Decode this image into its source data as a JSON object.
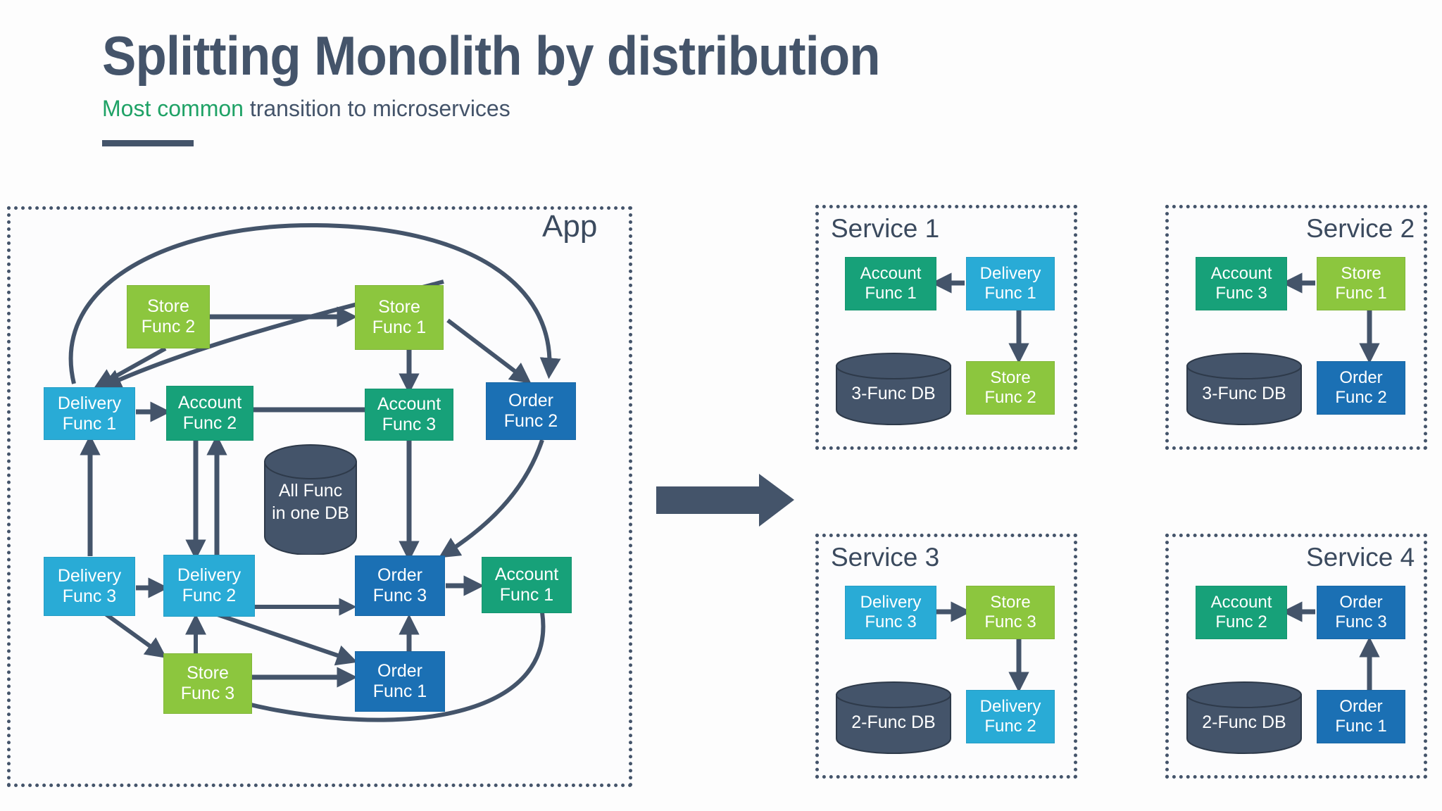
{
  "header": {
    "title": "Splitting Monolith by distribution",
    "subtitle_accent": "Most common",
    "subtitle_rest": " transition to microservices"
  },
  "colors": {
    "store": "#8cc63e",
    "account": "#17a179",
    "delivery": "#29abd6",
    "order": "#1b70b4",
    "database": "#44546a",
    "slate": "#44546a",
    "green_accent": "#1fa266",
    "background": "#fdfdfd"
  },
  "app": {
    "label": "App",
    "database": {
      "line1": "All Func",
      "line2": "in one DB"
    },
    "nodes": [
      {
        "id": "store2",
        "line1": "Store",
        "line2": "Func 2",
        "kind": "store"
      },
      {
        "id": "store1",
        "line1": "Store",
        "line2": "Func 1",
        "kind": "store"
      },
      {
        "id": "delivery1",
        "line1": "Delivery",
        "line2": "Func 1",
        "kind": "delivery"
      },
      {
        "id": "account2",
        "line1": "Account",
        "line2": "Func 2",
        "kind": "account"
      },
      {
        "id": "account3",
        "line1": "Account",
        "line2": "Func 3",
        "kind": "account"
      },
      {
        "id": "order2",
        "line1": "Order",
        "line2": "Func 2",
        "kind": "order"
      },
      {
        "id": "delivery3",
        "line1": "Delivery",
        "line2": "Func 3",
        "kind": "delivery"
      },
      {
        "id": "delivery2",
        "line1": "Delivery",
        "line2": "Func 2",
        "kind": "delivery"
      },
      {
        "id": "order3",
        "line1": "Order",
        "line2": "Func 3",
        "kind": "order"
      },
      {
        "id": "account1",
        "line1": "Account",
        "line2": "Func 1",
        "kind": "account"
      },
      {
        "id": "store3",
        "line1": "Store",
        "line2": "Func 3",
        "kind": "store"
      },
      {
        "id": "order1",
        "line1": "Order",
        "line2": "Func 1",
        "kind": "order"
      }
    ]
  },
  "services": [
    {
      "id": "service1",
      "label": "Service 1",
      "label_align": "left",
      "database": "3-Func DB",
      "nodes": [
        {
          "id": "s1-account1",
          "line1": "Account",
          "line2": "Func 1",
          "kind": "account"
        },
        {
          "id": "s1-delivery1",
          "line1": "Delivery",
          "line2": "Func 1",
          "kind": "delivery"
        },
        {
          "id": "s1-store2",
          "line1": "Store",
          "line2": "Func 2",
          "kind": "store"
        }
      ]
    },
    {
      "id": "service2",
      "label": "Service 2",
      "label_align": "right",
      "database": "3-Func DB",
      "nodes": [
        {
          "id": "s2-account3",
          "line1": "Account",
          "line2": "Func 3",
          "kind": "account"
        },
        {
          "id": "s2-store1",
          "line1": "Store",
          "line2": "Func 1",
          "kind": "store"
        },
        {
          "id": "s2-order2",
          "line1": "Order",
          "line2": "Func 2",
          "kind": "order"
        }
      ]
    },
    {
      "id": "service3",
      "label": "Service 3",
      "label_align": "left",
      "database": "2-Func DB",
      "nodes": [
        {
          "id": "s3-delivery3",
          "line1": "Delivery",
          "line2": "Func 3",
          "kind": "delivery"
        },
        {
          "id": "s3-store3",
          "line1": "Store",
          "line2": "Func 3",
          "kind": "store"
        },
        {
          "id": "s3-delivery2",
          "line1": "Delivery",
          "line2": "Func 2",
          "kind": "delivery"
        }
      ]
    },
    {
      "id": "service4",
      "label": "Service 4",
      "label_align": "right",
      "database": "2-Func DB",
      "nodes": [
        {
          "id": "s4-account2",
          "line1": "Account",
          "line2": "Func 2",
          "kind": "account"
        },
        {
          "id": "s4-order3",
          "line1": "Order",
          "line2": "Func 3",
          "kind": "order"
        },
        {
          "id": "s4-order1",
          "line1": "Order",
          "line2": "Func 1",
          "kind": "order"
        }
      ]
    }
  ]
}
